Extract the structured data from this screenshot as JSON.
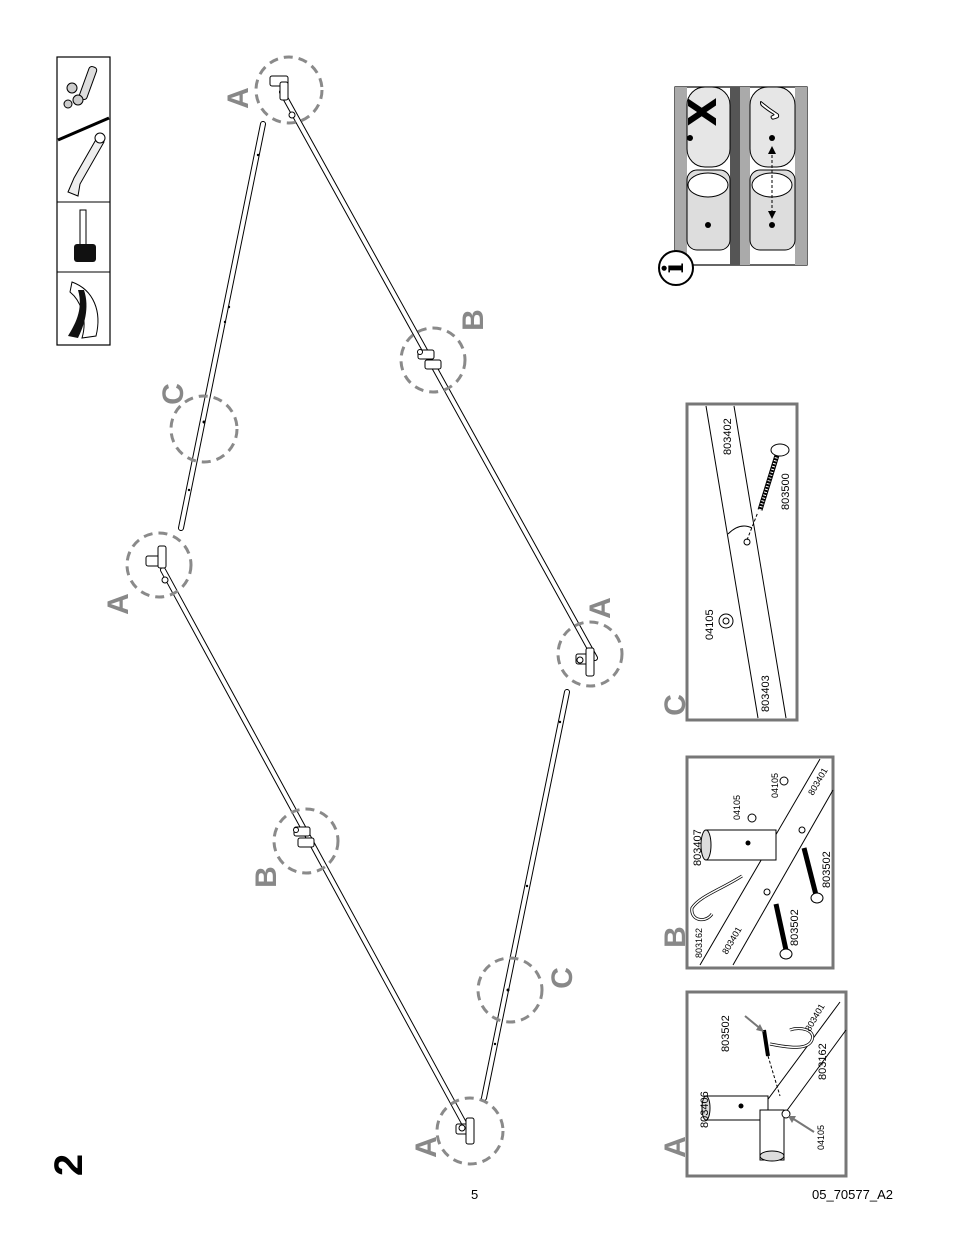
{
  "step_number": "2",
  "page_number": "5",
  "doc_code": "05_70577_A2",
  "tools_panel": {
    "icons": [
      "bolt-nut-icon",
      "wrench-icon",
      "mallet-icon",
      "gloves-icon"
    ]
  },
  "frame_labels": {
    "a": "A",
    "b": "B",
    "c": "C"
  },
  "info_panel": {
    "icon_letter": "i",
    "wrong_mark": "X",
    "right_mark": "✓"
  },
  "detail_a": {
    "label": "A",
    "parts": [
      "803406",
      "803502",
      "803401",
      "803162",
      "04105"
    ]
  },
  "detail_b": {
    "label": "B",
    "parts": [
      "803407",
      "04105",
      "04105",
      "803401",
      "803502",
      "803502",
      "803162",
      "803401"
    ]
  },
  "detail_c": {
    "label": "C",
    "parts": [
      "803402",
      "803500",
      "04105",
      "803403"
    ]
  }
}
